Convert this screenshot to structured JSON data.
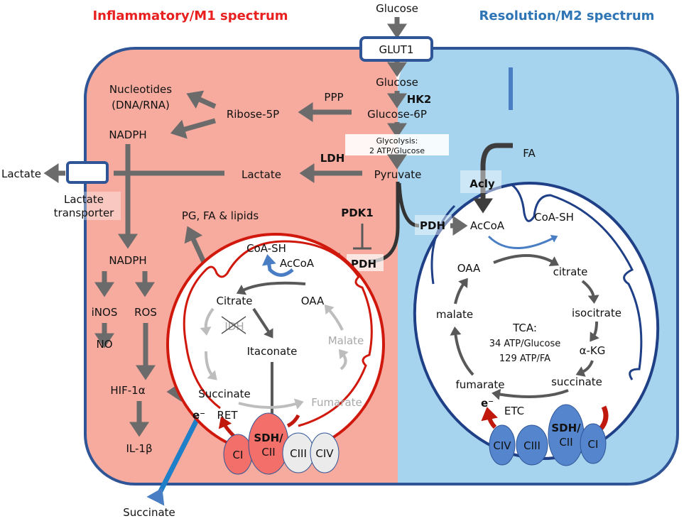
{
  "titles": {
    "left": "Inflammatory/M1 spectrum",
    "right": "Resolution/M2 spectrum"
  },
  "glycolysis": {
    "glucose_out": "Glucose",
    "transporter": "GLUT1",
    "glucose_in": "Glucose",
    "hk2": "HK2",
    "g6p": "Glucose-6P",
    "glycolysis_line1": "Glycolysis:",
    "glycolysis_line2": "2 ATP/Glucose",
    "pyruvate": "Pyruvate",
    "ldh": "LDH",
    "lactate": "Lactate"
  },
  "m1": {
    "ppp": "PPP",
    "ribose": "Ribose-5P",
    "nucleotides1": "Nucleotides",
    "nucleotides2": "(DNA/RNA)",
    "nadph_top": "NADPH",
    "lactate_out": "Lactate",
    "lactate_transporter1": "Lactate",
    "lactate_transporter2": "transporter",
    "nadph": "NADPH",
    "inos": "iNOS",
    "ros": "ROS",
    "no": "NO",
    "hif": "HIF-1α",
    "il1b": "IL-1β",
    "succinate_out": "Succinate",
    "pdk1": "PDK1",
    "pdh": "PDH",
    "lipids": "PG, FA & lipids"
  },
  "m1_mito": {
    "coash": "CoA-SH",
    "accoa": "AcCoA",
    "citrate": "Citrate",
    "oaa": "OAA",
    "idh": "IDH",
    "itaconate": "Itaconate",
    "malate": "Malate",
    "succinate": "Succinate",
    "fumarate": "Fumarate",
    "e": "e⁻",
    "ret": "RET",
    "complexes": {
      "ci": "CI",
      "sdh1": "SDH/",
      "sdh2": "CII",
      "ciii": "CIII",
      "civ": "CIV"
    }
  },
  "m2": {
    "fa": "FA",
    "acly": "Acly",
    "pdh": "PDH",
    "accoa": "AcCoA",
    "coash": "CoA-SH",
    "oaa": "OAA",
    "citrate": "citrate",
    "isocitrate": "isocitrate",
    "akg": "α-KG",
    "malate": "malate",
    "tca1": "TCA:",
    "tca2": "34 ATP/Glucose",
    "tca3": "129 ATP/FA",
    "succinate": "succinate",
    "fumarate": "fumarate",
    "e": "e⁻",
    "etc": "ETC",
    "complexes": {
      "civ": "CIV",
      "ciii": "CIII",
      "sdh1": "SDH/",
      "sdh2": "CII",
      "ci": "CI"
    }
  },
  "colors": {
    "m1_bg": "#f6ab9e",
    "m2_bg": "#a6d4ee",
    "m1_title": "#e8201f",
    "m2_title": "#2e75b6",
    "cell_border": "#2f5597"
  }
}
